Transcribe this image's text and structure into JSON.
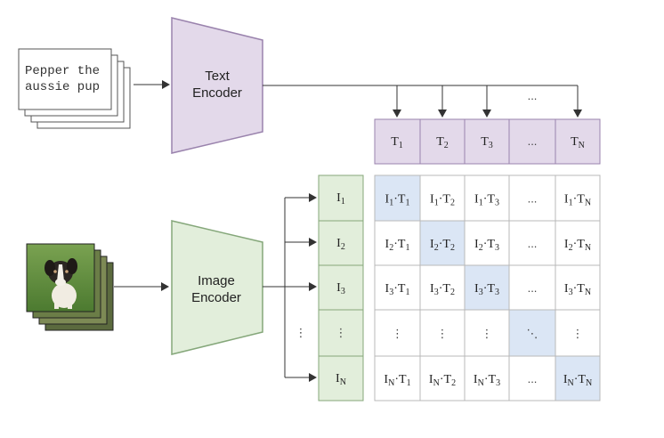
{
  "text_input": {
    "line1": "Pepper the",
    "line2": "aussie pup"
  },
  "text_encoder": {
    "line1": "Text",
    "line2": "Encoder"
  },
  "image_encoder": {
    "line1": "Image",
    "line2": "Encoder"
  },
  "image_input": {
    "subject": "dog photo"
  },
  "text_embeddings": [
    {
      "base": "T",
      "sub": "1"
    },
    {
      "base": "T",
      "sub": "2"
    },
    {
      "base": "T",
      "sub": "3"
    },
    {
      "base": "...",
      "sub": ""
    },
    {
      "base": "T",
      "sub": "N"
    }
  ],
  "image_embeddings": [
    {
      "base": "I",
      "sub": "1"
    },
    {
      "base": "I",
      "sub": "2"
    },
    {
      "base": "I",
      "sub": "3"
    },
    {
      "base": "⋮",
      "sub": ""
    },
    {
      "base": "I",
      "sub": "N"
    }
  ],
  "ellipsis": {
    "horizontal": "...",
    "vertical": "⋮",
    "diagonal": "⋱"
  },
  "colors": {
    "text_branch": "#e3d9ea",
    "text_branch_border": "#9a83ad",
    "image_branch": "#e2eedb",
    "image_branch_border": "#85a77a",
    "diagonal_cell": "#dbe6f5",
    "grid_border": "#b9b9b9",
    "arrow": "#333333"
  }
}
